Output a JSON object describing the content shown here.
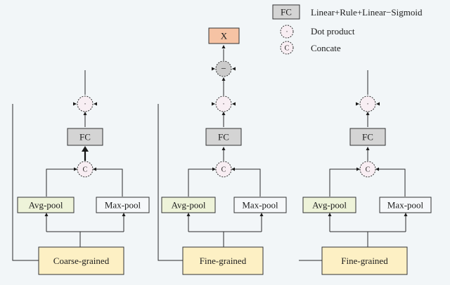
{
  "legend": {
    "fc_key": "FC",
    "fc_desc": "Linear+Rule+Linear−Sigmoid",
    "dot_key": "·",
    "dot_desc": "Dot product",
    "concat_key": "C",
    "concat_desc": "Concate"
  },
  "symbols": {
    "dot": "·",
    "concat": "C",
    "minus": "−",
    "multiply": "X",
    "fc": "FC"
  },
  "columns": [
    {
      "input_label": "Coarse-grained",
      "avg_pool_label": "Avg-pool",
      "max_pool_label": "Max-pool"
    },
    {
      "input_label": "Fine-grained",
      "avg_pool_label": "Avg-pool",
      "max_pool_label": "Max-pool"
    },
    {
      "input_label": "Fine-grained",
      "avg_pool_label": "Avg-pool",
      "max_pool_label": "Max-pool"
    }
  ],
  "colors": {
    "background": "#f2f6f8",
    "grained_fill": "#fdf0c4",
    "avg_pool_fill": "#eef3d9",
    "max_pool_fill": "#f6f8fa",
    "fc_fill": "#d4d4d4",
    "multiply_fill": "#f6c3a4",
    "circle_fill": "#f8eef3",
    "minus_fill": "#cbcbcb"
  }
}
